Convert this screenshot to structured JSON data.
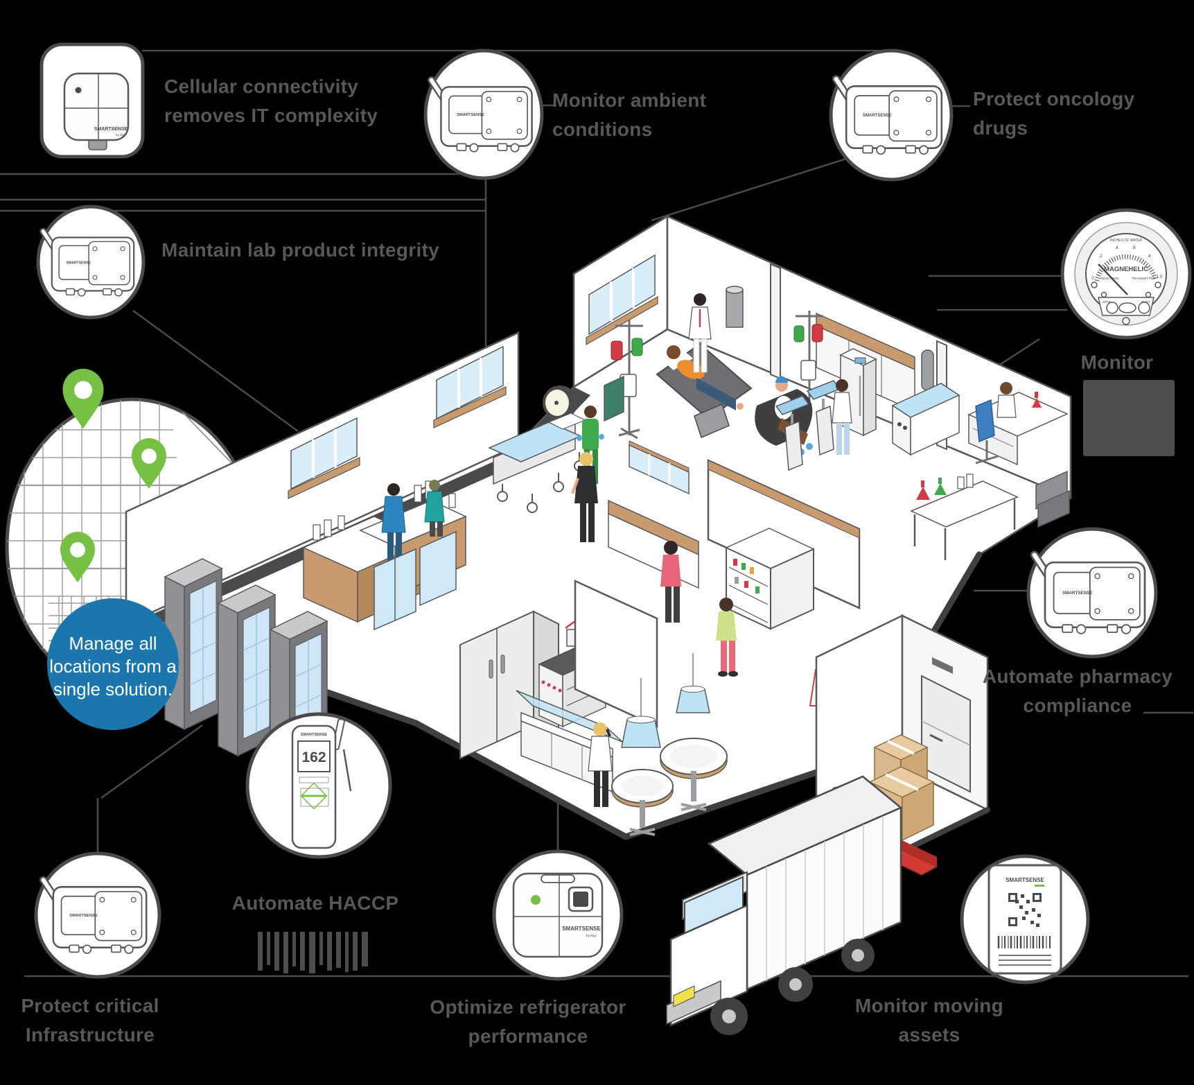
{
  "brand": {
    "name": "SMARTSENSE",
    "sub": "by Digi"
  },
  "callouts": {
    "cellular": {
      "line1": "Cellular connectivity",
      "line2": "removes IT complexity"
    },
    "ambient": {
      "line1": "Monitor ambient",
      "line2": "conditions"
    },
    "oncology": {
      "line1": "Protect oncology",
      "line2": "drugs"
    },
    "lab": {
      "line1": "Maintain lab product integrity"
    },
    "pressure": {
      "line1": "Monitor"
    },
    "pharmacy": {
      "line1": "Automate pharmacy",
      "line2": "compliance"
    },
    "critical": {
      "line1": "Protect critical",
      "line2": "Infrastructure"
    },
    "haccp": {
      "line1": "Automate HACCP"
    },
    "refrigerator": {
      "line1": "Optimize refrigerator",
      "line2": "performance"
    },
    "assets": {
      "line1": "Monitor moving",
      "line2": "assets"
    }
  },
  "badge": {
    "line1": "Manage all",
    "line2": "locations from a",
    "line3": "single solution."
  },
  "gauge": {
    "title": "MAGNEHELIC",
    "top_label": "INCHES OF WATER",
    "sub_label_left": "INDICATING",
    "sub_label_right": "TRANSMITTER",
    "bottom_left": "SPAN",
    "bottom_right": "ZERO",
    "scale_ticks": [
      "0",
      ".2",
      ".4",
      ".6",
      ".8",
      "1.0"
    ]
  },
  "handheld": {
    "reading": "162"
  },
  "colors": {
    "text_gray": "#58585B",
    "line_gray": "#4A4A4C",
    "accent_blue": "#1B76AD",
    "pin_green": "#76C043",
    "glass_blue": "#CFE9F8",
    "wood": "#C89B6E",
    "alert_red": "#D23B44"
  }
}
